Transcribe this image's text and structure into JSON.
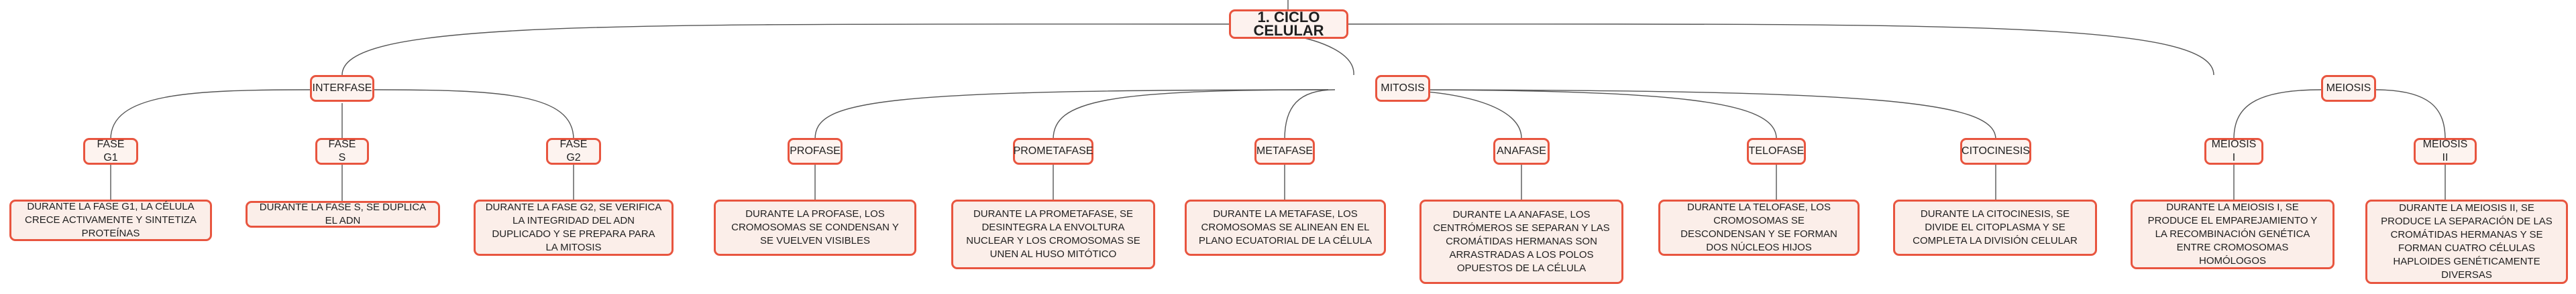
{
  "root": "1. CICLO CELULAR",
  "branches": [
    {
      "label": "INTERFASE",
      "children": [
        {
          "label": "FASE G1",
          "desc": "DURANTE LA FASE G1, LA CÉLULA CRECE ACTIVAMENTE Y SINTETIZA PROTEÍNAS"
        },
        {
          "label": "FASE S",
          "desc": "DURANTE LA FASE S, SE DUPLICA EL ADN"
        },
        {
          "label": "FASE G2",
          "desc": "DURANTE LA FASE G2, SE VERIFICA LA INTEGRIDAD DEL ADN DUPLICADO Y SE PREPARA PARA LA MITOSIS"
        }
      ]
    },
    {
      "label": "MITOSIS",
      "children": [
        {
          "label": "PROFASE",
          "desc": "DURANTE LA PROFASE, LOS CROMOSOMAS SE CONDENSAN Y SE VUELVEN VISIBLES"
        },
        {
          "label": "PROMETAFASE",
          "desc": "DURANTE LA PROMETAFASE, SE DESINTEGRA LA ENVOLTURA NUCLEAR Y LOS CROMOSOMAS SE UNEN AL HUSO MITÓTICO"
        },
        {
          "label": "METAFASE",
          "desc": "DURANTE LA METAFASE, LOS CROMOSOMAS SE ALINEAN EN EL PLANO ECUATORIAL DE LA CÉLULA"
        },
        {
          "label": "ANAFASE",
          "desc": "DURANTE LA ANAFASE, LOS CENTRÓMEROS SE SEPARAN Y LAS CROMÁTIDAS HERMANAS SON ARRASTRADAS A LOS POLOS OPUESTOS DE LA CÉLULA"
        },
        {
          "label": "TELOFASE",
          "desc": "DURANTE LA TELOFASE, LOS CROMOSOMAS SE DESCONDENSAN Y SE FORMAN DOS NÚCLEOS HIJOS"
        },
        {
          "label": "CITOCINESIS",
          "desc": "DURANTE LA CITOCINESIS, SE DIVIDE EL CITOPLASMA Y SE COMPLETA LA DIVISIÓN CELULAR"
        }
      ]
    },
    {
      "label": "MEIOSIS",
      "children": [
        {
          "label": "MEIOSIS I",
          "desc": "DURANTE LA MEIOSIS I, SE PRODUCE EL EMPAREJAMIENTO Y LA RECOMBINACIÓN GENÉTICA ENTRE CROMOSOMAS HOMÓLOGOS"
        },
        {
          "label": "MEIOSIS II",
          "desc": "DURANTE LA MEIOSIS II, SE PRODUCE LA SEPARACIÓN DE LAS CROMÁTIDAS HERMANAS Y SE FORMAN CUATRO CÉLULAS HAPLOIDES GENÉTICAMENTE DIVERSAS"
        }
      ]
    }
  ]
}
